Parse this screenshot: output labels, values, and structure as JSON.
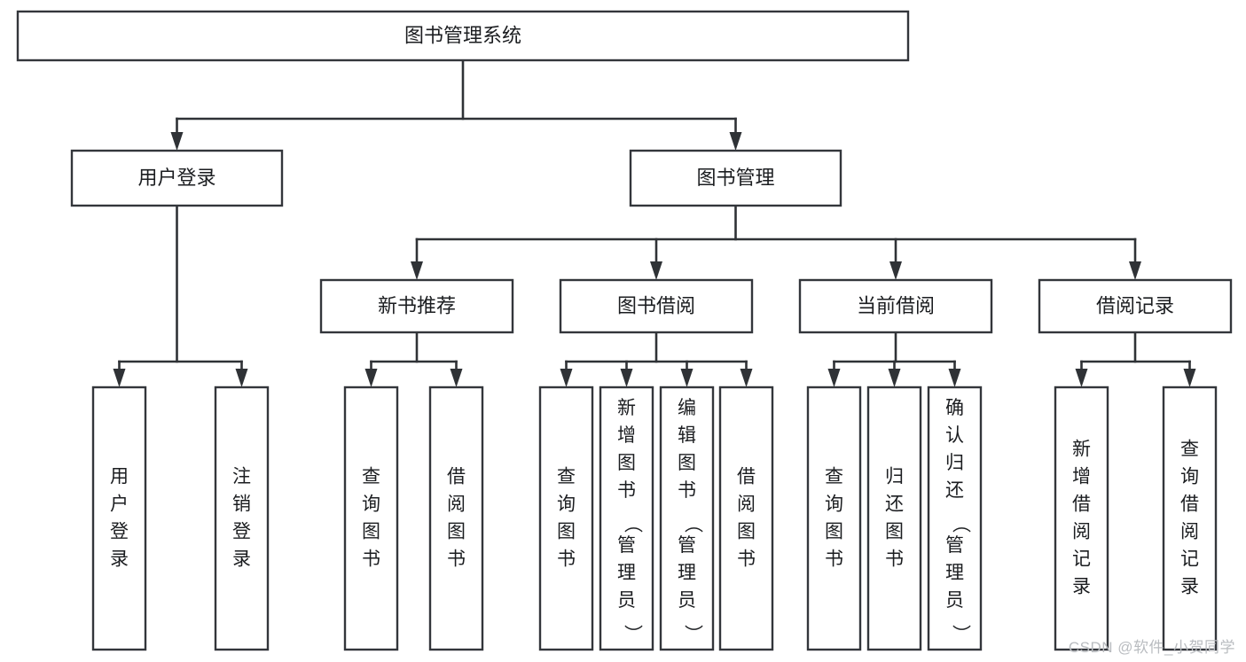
{
  "diagram": {
    "type": "tree",
    "title": "图书管理系统",
    "watermark": "CSDN @软件_小贺同学",
    "colors": {
      "box_stroke": "#33363b",
      "box_fill": "#ffffff",
      "connector": "#2f3236",
      "text": "#1b1d20",
      "watermark": "#b9bcc0",
      "background": "#ffffff"
    },
    "levels": {
      "root": {
        "label": "图书管理系统"
      },
      "modules": [
        {
          "label": "用户登录"
        },
        {
          "label": "图书管理"
        }
      ],
      "submodules": [
        {
          "label": "新书推荐",
          "parent": "图书管理"
        },
        {
          "label": "图书借阅",
          "parent": "图书管理"
        },
        {
          "label": "当前借阅",
          "parent": "图书管理"
        },
        {
          "label": "借阅记录",
          "parent": "图书管理"
        }
      ],
      "leaves": [
        {
          "label": "用户登录",
          "parent": "用户登录"
        },
        {
          "label": "注销登录",
          "parent": "用户登录"
        },
        {
          "label": "查询图书",
          "parent": "新书推荐"
        },
        {
          "label": "借阅图书",
          "parent": "新书推荐"
        },
        {
          "label": "查询图书",
          "parent": "图书借阅"
        },
        {
          "label": "新增图书（管理员）",
          "parent": "图书借阅"
        },
        {
          "label": "编辑图书（管理员）",
          "parent": "图书借阅"
        },
        {
          "label": "借阅图书",
          "parent": "图书借阅"
        },
        {
          "label": "查询图书",
          "parent": "当前借阅"
        },
        {
          "label": "归还图书",
          "parent": "当前借阅"
        },
        {
          "label": "确认归还（管理员）",
          "parent": "当前借阅"
        },
        {
          "label": "新增借阅记录",
          "parent": "借阅记录"
        },
        {
          "label": "查询借阅记录",
          "parent": "借阅记录"
        }
      ]
    }
  }
}
